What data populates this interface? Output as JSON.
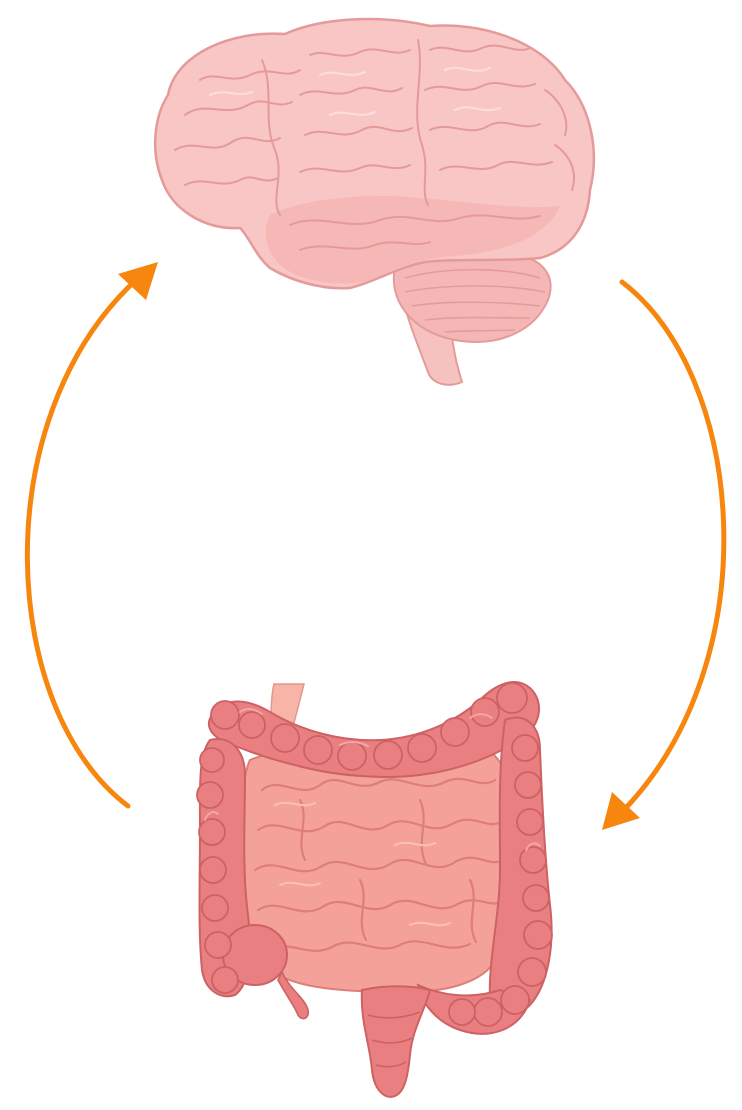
{
  "diagram": {
    "nodes": [
      {
        "id": "brain",
        "icon": "brain-icon"
      },
      {
        "id": "intestines",
        "icon": "intestines-icon"
      }
    ],
    "edges": [
      {
        "from": "brain",
        "to": "intestines",
        "side": "right"
      },
      {
        "from": "intestines",
        "to": "brain",
        "side": "left"
      }
    ],
    "colors": {
      "arrow": "#F7860F",
      "brain_fill": "#F7C1C1",
      "brain_line": "#E59A9A",
      "brain_shadow": "#EDA9A9",
      "colon_fill": "#E97F80",
      "colon_line": "#CC6263",
      "small_intestine_fill": "#F4A299",
      "small_intestine_line": "#DD7F78",
      "esophagus_fill": "#F7B5A8"
    }
  }
}
